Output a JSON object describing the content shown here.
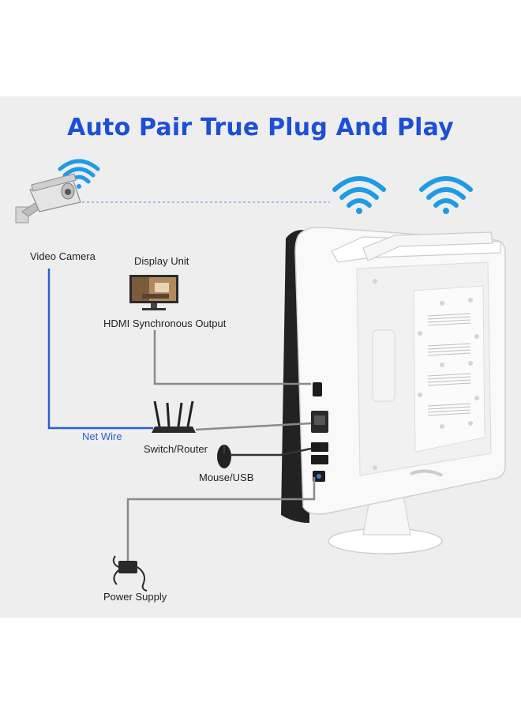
{
  "title": "Auto Pair True Plug And Play",
  "labels": {
    "video_camera": "Video Camera",
    "display_unit": "Display Unit",
    "hdmi_output": "HDMI Synchronous Output",
    "net_wire": "Net Wire",
    "switch_router": "Switch/Router",
    "mouse_usb": "Mouse/USB",
    "power_supply": "Power Supply"
  },
  "colors": {
    "title": "#1d4fd6",
    "wifi": "#1e9be6",
    "net_wire": "#2a5fcf",
    "cable": "#8a8a8a",
    "background": "#eeeeee"
  }
}
